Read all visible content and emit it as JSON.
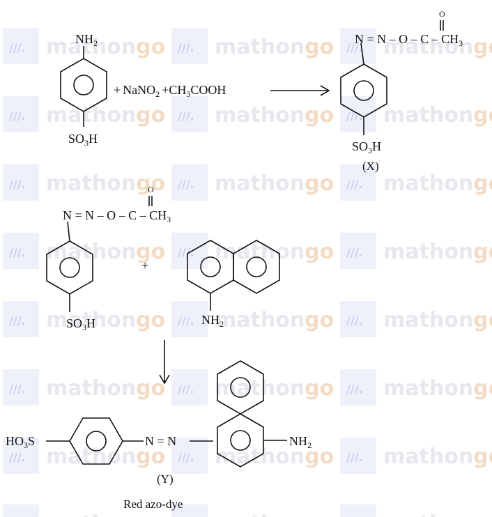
{
  "watermark": {
    "brand_main": "mathon",
    "brand_go": "go",
    "logo_glyph": "///.",
    "colors": {
      "text": "#e6e8ee",
      "go": "#f3dcc6",
      "tile": "#eef0fa",
      "glyph": "#c9cff0"
    }
  },
  "reaction1": {
    "amino": "NH",
    "amino_sub": "2",
    "sulfo": "SO",
    "sulfo_sub": "3",
    "sulfo_end": "H",
    "plus1": "+",
    "nitrite": "NaNO",
    "nitrite_sub": "2",
    "plus2": "+",
    "acid_a": "CH",
    "acid_sub": "3",
    "acid_b": "COOH"
  },
  "product_x": {
    "chain": "N = N – O – C – CH",
    "chain_sub": "3",
    "carbonyl_o": "O",
    "sulfo": "SO",
    "sulfo_sub": "3",
    "sulfo_end": "H",
    "label": "(X)"
  },
  "reaction2": {
    "chain": "N = N – O – C – CH",
    "chain_sub": "3",
    "carbonyl_o": "O",
    "sulfo": "SO",
    "sulfo_sub": "3",
    "sulfo_end": "H",
    "plus": "+",
    "naph_amino": "NH",
    "naph_amino_sub": "2"
  },
  "product_y": {
    "ho3s_a": "HO",
    "ho3s_sub": "3",
    "ho3s_b": "S",
    "azo": "N = N",
    "amino": "NH",
    "amino_sub": "2",
    "label": "(Y)",
    "caption": "Red azo-dye"
  }
}
